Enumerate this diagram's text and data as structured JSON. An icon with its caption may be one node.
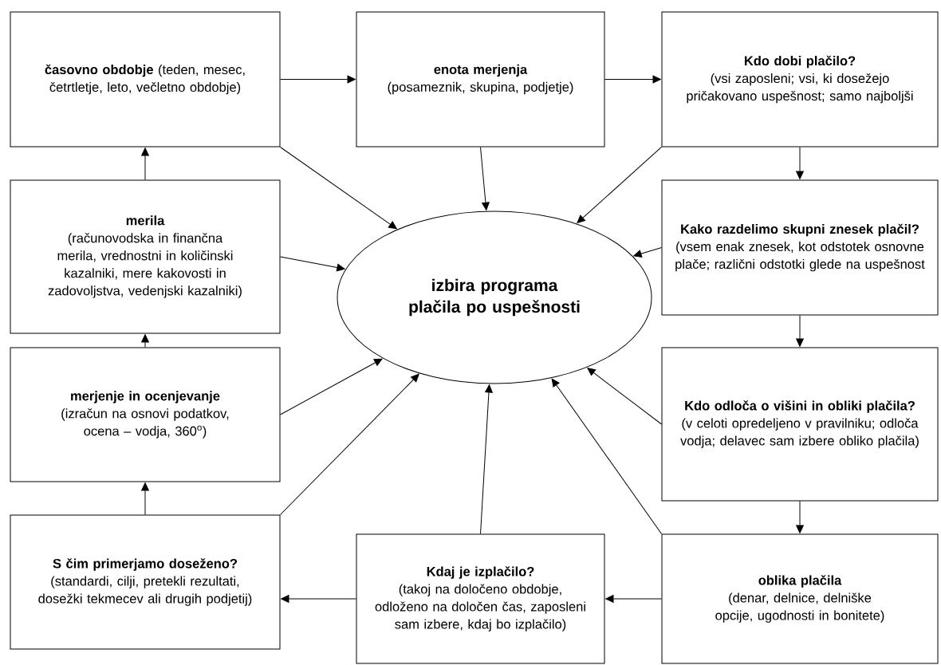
{
  "diagram": {
    "nodes": [
      {
        "text": [
          "**časovno obdobje** (teden, mesec, četrtletje, leto, večletno obdobje)"
        ]
      },
      {
        "text": [
          "enota merjenja",
          "(posameznik, skupina, podjetje)"
        ]
      },
      {
        "text": [
          "Kdo dobi plačilo?",
          "(vsi zaposleni; vsi, ki dosežejo pričakovano uspešnost; samo najboljši"
        ]
      },
      {
        "text": [
          "merila",
          "(računovodska in finančna merila, vrednostni in količinski kazalniki, mere kakovosti in zadovoljstva, vedenjski kazalniki)"
        ]
      },
      {
        "text": [
          "izbira programa plačila po uspešnosti"
        ]
      },
      {
        "text": [
          "Kako razdelimo skupni znesek plačil?",
          "(vsem enak znesek, kot odstotek osnovne plače; različni odstotki glede na uspešnost"
        ]
      },
      {
        "text": [
          "merjenje in ocenjevanje",
          "(izračun na osnovi podatkov, ocena – vodja, 360$^{o}$)"
        ]
      },
      {
        "text": [
          "Kdo odloča o višini in obliki plačila?",
          "(v celoti opredeljeno v pravilniku; odloča vodja; delavec sam izbere obliko plačila)"
        ]
      },
      {
        "text": [
          "S čim primerjamo doseženo?",
          "(standardi, cilji, pretekli rezultati, dosežki tekmecev ali drugih podjetij)"
        ]
      },
      {
        "text": [
          "Kdaj je izplačilo?",
          "(takoj na določeno obdobje, odloženo na določen čas, zaposleni sam izbere, kdaj bo izplačilo)"
        ]
      },
      {
        "text": [
          "oblika plačila",
          "(denar, delnice, delniške opcije, ugodnosti in bonitete)"
        ]
      }
    ],
    "edges": [
      {
        "from": 0,
        "to": 1,
        "arrow": "to"
      },
      {
        "from": 1,
        "to": 2,
        "arrow": "to"
      },
      {
        "from": 3,
        "to": 0,
        "arrow": "to"
      },
      {
        "from": 6,
        "to": 3,
        "arrow": "to"
      },
      {
        "from": 8,
        "to": 6,
        "arrow": "to"
      },
      {
        "from": 2,
        "to": 5,
        "arrow": "to"
      },
      {
        "from": 5,
        "to": 7,
        "arrow": "to"
      },
      {
        "from": 7,
        "to": 10,
        "arrow": "to"
      },
      {
        "from": 10,
        "to": 9,
        "arrow": "to"
      },
      {
        "from": 9,
        "to": 8,
        "arrow": "to"
      },
      {
        "from": 0,
        "to": 4,
        "arrow": "to"
      },
      {
        "from": 1,
        "to": 4,
        "arrow": "to"
      },
      {
        "from": 2,
        "to": 4,
        "arrow": "to"
      },
      {
        "from": 3,
        "to": 4,
        "arrow": "to"
      },
      {
        "from": 5,
        "to": 4,
        "arrow": "to"
      },
      {
        "from": 6,
        "to": 4,
        "arrow": "to"
      },
      {
        "from": 7,
        "to": 4,
        "arrow": "to"
      },
      {
        "from": 8,
        "to": 4,
        "arrow": "to"
      },
      {
        "from": 9,
        "to": 4,
        "arrow": "to"
      },
      {
        "from": 10,
        "to": 4,
        "arrow": "to"
      }
    ]
  }
}
